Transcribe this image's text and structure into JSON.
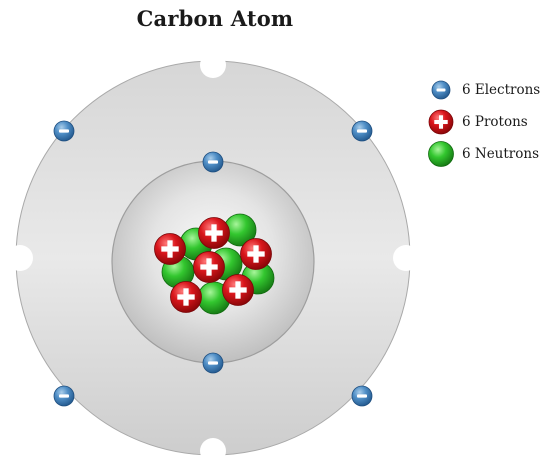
{
  "title": "Carbon Atom",
  "legend": [
    {
      "kind": "electron",
      "label": "6 Electrons"
    },
    {
      "kind": "proton",
      "label": "6 Protons"
    },
    {
      "kind": "neutron",
      "label": "6 Neutrons"
    }
  ],
  "counts": {
    "electrons": 6,
    "protons": 6,
    "neutrons": 6
  },
  "shells": {
    "inner_electrons": 2,
    "outer_electrons": 4
  },
  "colors": {
    "electron": "#3f7fb9",
    "proton": "#d0151b",
    "neutron": "#2fc12c",
    "shell": "#d2d2d2"
  },
  "icons": {
    "electron": "minus-sign-icon",
    "proton": "plus-sign-icon"
  }
}
